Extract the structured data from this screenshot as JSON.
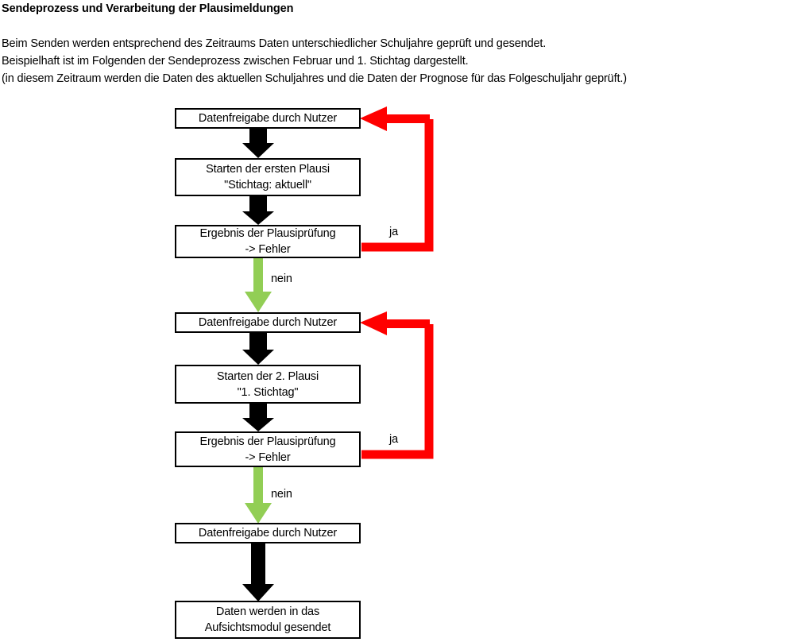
{
  "document": {
    "title": "Sendeprozess und Verarbeitung der Plausimeldungen",
    "intro_lines": [
      "Beim Senden werden entsprechend des Zeitraums Daten unterschiedlicher Schuljahre geprüft und gesendet.",
      "Beispielhaft ist im Folgenden der Sendeprozess zwischen Februar und 1. Stichtag dargestellt.",
      "(in diesem Zeitraum werden die Daten des aktuellen Schuljahres und die Daten der Prognose für das Folgeschuljahr geprüft.)"
    ]
  },
  "colors": {
    "black": "#000000",
    "red": "#FF0000",
    "green": "#92CE55",
    "background": "#FFFFFF"
  },
  "flowchart": {
    "nodes": [
      {
        "id": "node-1",
        "lines": [
          "Datenfreigabe durch Nutzer"
        ]
      },
      {
        "id": "node-2",
        "lines": [
          "Starten der ersten Plausi",
          "\"Stichtag: aktuell\""
        ]
      },
      {
        "id": "node-3",
        "lines": [
          "Ergebnis der Plausiprüfung",
          "-> Fehler"
        ]
      },
      {
        "id": "node-4",
        "lines": [
          "Datenfreigabe durch Nutzer"
        ]
      },
      {
        "id": "node-5",
        "lines": [
          "Starten der 2. Plausi",
          "\"1. Stichtag\""
        ]
      },
      {
        "id": "node-6",
        "lines": [
          "Ergebnis der Plausiprüfung",
          "-> Fehler"
        ]
      },
      {
        "id": "node-7",
        "lines": [
          "Datenfreigabe durch Nutzer"
        ]
      },
      {
        "id": "node-8",
        "lines": [
          "Daten werden in das",
          "Aufsichtsmodul gesendet"
        ]
      }
    ],
    "edge_labels": {
      "ja_1": "ja",
      "nein_1": "nein",
      "ja_2": "ja",
      "nein_2": "nein"
    }
  }
}
